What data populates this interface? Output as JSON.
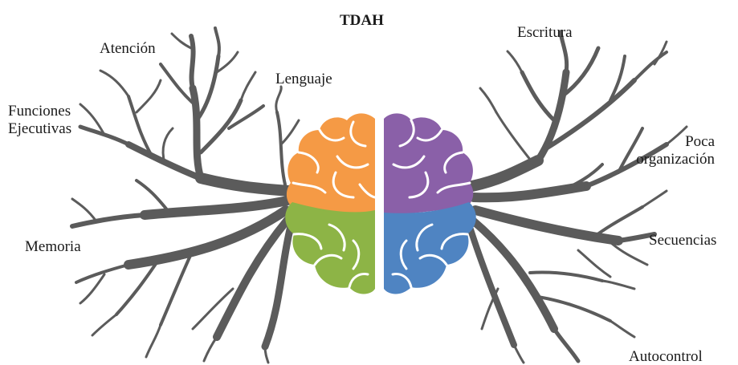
{
  "title": "TDAH",
  "labels": {
    "atencion": "Atención",
    "lenguaje": "Lenguaje",
    "funciones": "Funciones\nEjecutivas",
    "memoria": "Memoria",
    "escritura": "Escritura",
    "poca": "Poca\norganización",
    "secuencias": "Secuencias",
    "autocontrol": "Autocontrol"
  },
  "colors": {
    "orange": "#f59a45",
    "green": "#8db446",
    "purple": "#8a60a8",
    "blue": "#4f84c2",
    "branch": "#5b5b5b"
  }
}
